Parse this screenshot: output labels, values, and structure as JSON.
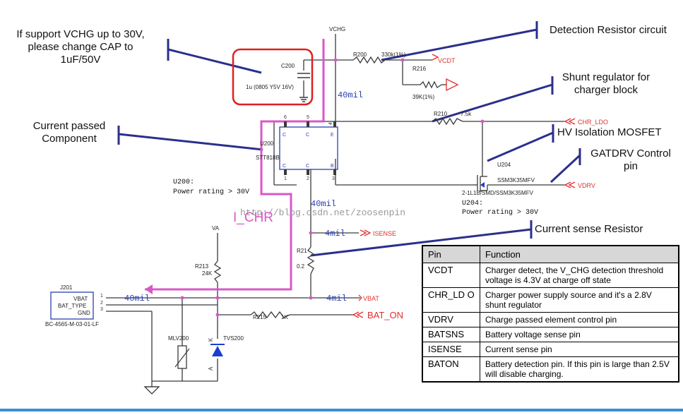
{
  "annotations": {
    "vchg_note": [
      "If support VCHG up to 30V,",
      "please change CAP  to",
      "1uF/50V"
    ],
    "detection_resistor": "Detection Resistor circuit",
    "shunt_regulator": [
      "Shunt regulator for",
      "charger block"
    ],
    "current_passed": [
      "Current passed",
      "Component"
    ],
    "hv_isolation": "HV Isolation MOSFET",
    "gatdrv": [
      "GATDRV Control",
      "pin"
    ],
    "current_sense": "Current sense Resistor",
    "i_chr": "I_CHR"
  },
  "schematic": {
    "vchg": "VCHG",
    "c200": "C200",
    "c200_value": "1u (0805 Y5V 16V)",
    "r200": "R200",
    "r200_value": "330k(1%)",
    "vcdt": "VCDT",
    "r216": "R216",
    "r216_value": "39K(1%)",
    "trace_40mil_a": "40mil",
    "r210": "R210",
    "r210_value": "7.5k",
    "chr_ldo": "CHR_LDO",
    "u200": "U200",
    "u200_part": "STT818B",
    "u200_note": [
      "U200:",
      "Power rating > 30V"
    ],
    "u204": "U204",
    "u204_part": "SSM3K35MFV",
    "u204_pkg": "2-1L1B/SMD/SSM3K35MFV",
    "u204_note": [
      "U204:",
      "Power rating > 30V"
    ],
    "vdrv": "VDRV",
    "trace_40mil_b": "40mil",
    "trace_4mil_a": "4mil",
    "isense": "ISENSE",
    "va": "VA",
    "r213": "R213",
    "r213_value": "24K",
    "r21": "R21",
    "r21_value": "0.2",
    "j201": "J201",
    "vbat_pin": "VBAT",
    "bat_type_pin": "BAT_TYPE",
    "gnd_pin": "GND",
    "j201_part": "BC-4565-M-03-01-LF",
    "trace_40mil_c": "40mil",
    "trace_4mil_b": "4mil",
    "vbat": "VBAT",
    "r215": "R215",
    "r215_value": "1K",
    "bat_on": "BAT_ON",
    "mlv200": "MLV200",
    "tvs200": "TVS200",
    "watermark_url": "http://blog.csdn.net/zoosenpin"
  },
  "table": {
    "header": [
      "Pin",
      "Function"
    ],
    "rows": [
      {
        "pin": "VCDT",
        "function": "Charger detect, the V_CHG detection threshold voltage is 4.3V at charge off state"
      },
      {
        "pin": "CHR_LD O",
        "function": "Charger power supply source and it's a 2.8V shunt regulator"
      },
      {
        "pin": "VDRV",
        "function": "Charge passed element control pin"
      },
      {
        "pin": "BATSNS",
        "function": "Battery voltage sense pin"
      },
      {
        "pin": "ISENSE",
        "function": "Current sense pin"
      },
      {
        "pin": "BATON",
        "function": "Battery detection pin. If this pin is large than 2.5V will disable charging."
      }
    ]
  },
  "colors": {
    "wire": "#3a3a3a",
    "net_red": "#e03030",
    "annotation_line": "#2b2f8c",
    "current_path": "#d957c8",
    "trace_blue": "#2a3fb0",
    "cap_highlight": "#e02020",
    "diode_blue": "#1a3fd0"
  }
}
